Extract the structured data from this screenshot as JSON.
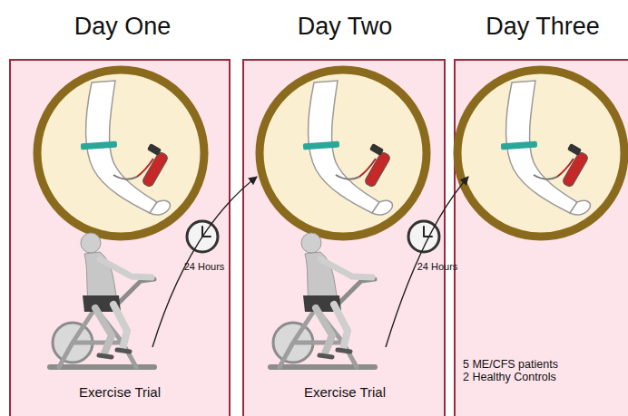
{
  "diagram": {
    "nodes": [
      {
        "text": [
          "Day One",
          "Exercise Trial"
        ]
      },
      {
        "text": [
          "Day Two",
          "Exercise Trial"
        ]
      },
      {
        "text": [
          "Day Three",
          "5 ME/CFS patients",
          "2 Healthy Controls"
        ]
      }
    ],
    "edges": [
      {
        "from": 0,
        "to": 1,
        "label": "24 Hours",
        "arrow": "to"
      },
      {
        "from": 1,
        "to": 2,
        "label": "24 Hours",
        "arrow": "to"
      }
    ]
  }
}
